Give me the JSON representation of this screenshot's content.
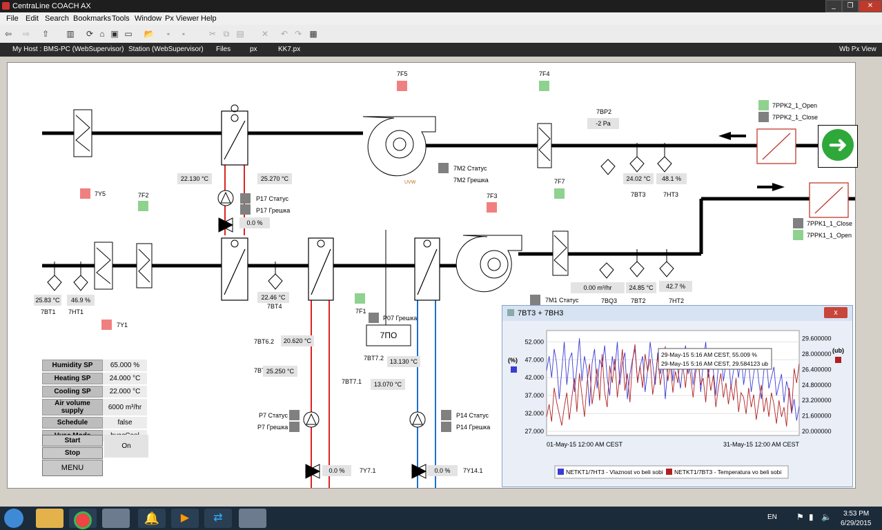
{
  "window": {
    "title": "CentraLine COACH AX"
  },
  "menu": [
    "File",
    "Edit",
    "Search",
    "Bookmarks",
    "Tools",
    "Window",
    "Px Viewer",
    "Help"
  ],
  "nav": {
    "crumbs": [
      "My Host : BMS-PC (WebSupervisor)",
      "Station (WebSupervisor)",
      "Files",
      "px",
      "KK7.px"
    ],
    "view": "Wb Px View"
  },
  "diagram": {
    "y5": "7Y5",
    "f2": "7F2",
    "y1": "7Y1",
    "bt1": "7BT1",
    "ht1": "7HT1",
    "bt1_val": "25.83 °C",
    "ht1_val": "46.9 %",
    "coil1_left": "22.130 °C",
    "coil1_right": "25.270 °C",
    "p17_status": "P17 Статус",
    "p17_fault": "P17 Грешка",
    "valve1": "0.0 %",
    "bt4": "7BT4",
    "bt4_val": "22.46 °C",
    "f5": "7F5",
    "m2_status": "7M2 Статус",
    "m2_fault": "7M2 Грешка",
    "uvw": "UVW",
    "f4": "7F4",
    "bp2": "7BP2",
    "bp2_val": "-2 Pa",
    "bt3": "7BT3",
    "ht3": "7HT3",
    "bt3_val": "24.02 °C",
    "ht3_val": "48.1 %",
    "ppk2_open": "7PPK2_1_Open",
    "ppk2_close": "7PPK2_1_Close",
    "ppk1_close": "7PPK1_1_Close",
    "ppk1_open": "7PPK1_1_Open",
    "f3": "7F3",
    "f7": "7F7",
    "f1": "7F1",
    "p07_fault": "P07 Грешка",
    "po": "7ПО",
    "m1_status": "7M1 Статус",
    "bq3": "7BQ3",
    "bt2": "7BT2",
    "ht2": "7HT2",
    "bq3_val": "0.00 m³/hr",
    "bt2_val": "24.85 °C",
    "ht2_val": "42.7 %",
    "bt62": "7BT6.2",
    "bt62_val": "20.620 °C",
    "bt61": "7BT6.1",
    "bt61_val": "25.250 °C",
    "p7_status": "P7 Статус",
    "p7_fault": "P7 Грешка",
    "y71": "7Y7.1",
    "y71_val": "0.0 %",
    "bt72": "7BT7.2",
    "bt72_val": "13.130 °C",
    "bt71": "7BT7.1",
    "bt71_val": "13.070 °C",
    "p14_status": "P14 Статус",
    "p14_fault": "P14 Грешка",
    "y141": "7Y14.1",
    "y141_val": "0.0 %"
  },
  "setpoints": [
    {
      "k": "Humidity SP",
      "v": "65.000 %"
    },
    {
      "k": "Heating SP",
      "v": "24.000 °C"
    },
    {
      "k": "Cooling SP",
      "v": "22.000 °C"
    },
    {
      "k": "Air volume supply",
      "v": "6000 m³/hr"
    },
    {
      "k": "Schedule",
      "v": "false"
    },
    {
      "k": "Hvac Mode",
      "v": "hvacCool"
    }
  ],
  "controls": {
    "start": "Start",
    "stop": "Stop",
    "state": "On",
    "menu": "MENU"
  },
  "chart_window": {
    "title": "7BT3 + 7BH3",
    "close": "x"
  },
  "chart_data": {
    "type": "line",
    "xlabels": [
      "01-May-15 12:00 AM CEST",
      "31-May-15 12:00 AM CEST"
    ],
    "left_axis": {
      "label": "(%)",
      "ticks": [
        "52.000",
        "47.000",
        "42.000",
        "37.000",
        "32.000",
        "27.000"
      ],
      "range": [
        27,
        54
      ]
    },
    "right_axis": {
      "label": "(ub)",
      "ticks": [
        "29.600000",
        "28.000000",
        "26.400000",
        "24.800000",
        "23.200000",
        "21.600000",
        "20.000000"
      ],
      "range": [
        20,
        30
      ]
    },
    "tooltip": [
      "29-May-15 5:16 AM CEST, 55.009 %",
      "29-May-15 5:16 AM CEST, 29.584123 ub"
    ],
    "series": [
      {
        "name": "NETKT1/7HT3 - Vlaznost vo beli sobi",
        "color": "#3b3bd6",
        "values": [
          44,
          48,
          42,
          50,
          46,
          36,
          44,
          52,
          40,
          47,
          49,
          38,
          45,
          53,
          41,
          48,
          44,
          34,
          46,
          50,
          39,
          47,
          45,
          51,
          42,
          37,
          48,
          44,
          52,
          40,
          46,
          49,
          36,
          43,
          47,
          50,
          41,
          45,
          48,
          38,
          44,
          52,
          46,
          40,
          49,
          43,
          47,
          36,
          45,
          50,
          41,
          48,
          44,
          39,
          46,
          51,
          43,
          47,
          40,
          45,
          49,
          38,
          46,
          52,
          42,
          48,
          44,
          37,
          45,
          50,
          41,
          46,
          48,
          39,
          44,
          47,
          42,
          49,
          40,
          45,
          46,
          38,
          43,
          48,
          41,
          36,
          44,
          47,
          39,
          42,
          45,
          37,
          40,
          43,
          35,
          41,
          38,
          32,
          36,
          30,
          34
        ]
      },
      {
        "name": "NETKT1/7BT3 - Temperatura vo beli sobi",
        "color": "#b02020",
        "values": [
          21.5,
          22.8,
          21.0,
          24.5,
          23.0,
          21.8,
          20.6,
          22.5,
          24.0,
          21.2,
          23.5,
          25.5,
          22.0,
          26.0,
          23.8,
          21.5,
          25.0,
          27.0,
          22.8,
          24.5,
          26.5,
          23.2,
          28.0,
          24.0,
          22.5,
          26.8,
          25.0,
          27.5,
          23.5,
          25.8,
          28.5,
          24.2,
          26.0,
          23.0,
          27.2,
          29.0,
          25.0,
          26.8,
          24.5,
          28.0,
          26.2,
          27.5,
          23.8,
          25.5,
          27.8,
          24.8,
          26.5,
          28.8,
          25.2,
          27.0,
          24.0,
          26.2,
          25.0,
          28.2,
          26.8,
          24.5,
          27.5,
          25.8,
          23.5,
          26.0,
          27.2,
          24.8,
          25.5,
          23.0,
          26.5,
          24.2,
          25.8,
          22.5,
          24.5,
          26.0,
          23.5,
          25.0,
          22.8,
          24.8,
          23.2,
          25.5,
          22.0,
          24.0,
          23.5,
          21.8,
          24.5,
          22.5,
          23.8,
          21.2,
          23.0,
          24.8,
          22.0,
          23.5,
          21.5,
          24.0,
          22.8,
          20.8,
          23.2,
          21.5,
          22.5,
          20.5,
          24.5,
          22.0,
          26.5,
          25.0,
          27.0
        ]
      }
    ]
  },
  "taskbar": {
    "lang": "EN",
    "time": "3:53 PM",
    "date": "6/29/2015"
  }
}
